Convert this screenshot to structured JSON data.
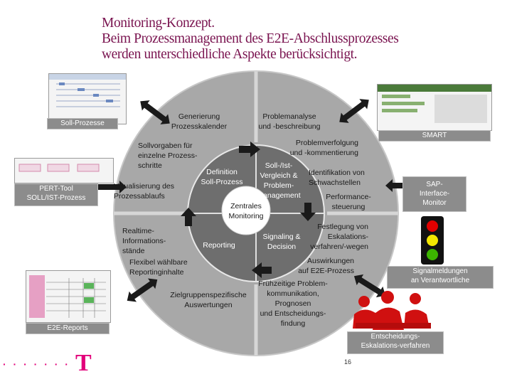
{
  "title": {
    "line1": "Monitoring-Konzept.",
    "line2": "Beim Prozessmanagement des E2E-Abschlussprozesses",
    "line3": "werden unterschiedliche Aspekte berücksichtigt."
  },
  "center": {
    "label": "Zentrales\nMonitoring"
  },
  "inner_segments": {
    "definition": "Definition\nSoll-Prozess",
    "reporting": "Reporting",
    "soll_ist": "Soll-/Ist-\nVergleich &\nProblem-\nManagement",
    "signaling": "Signaling &\nDecision"
  },
  "ring_labels": {
    "generierung": "Generierung\nProzesskalender",
    "problemanalyse": "Problemanalyse\nund -beschreibung",
    "sollvorgaben": "Sollvorgaben für\neinzelne Prozess-\nschritte",
    "visualisierung": "Visualisierung des\nProzessablaufs",
    "problemverfolgung": "Problemverfolgung\nund -kommentierung",
    "identifikation": "Identifikation von\nSchwachstellen",
    "performance": "Performance-\nsteuerung",
    "realtime": "Realtime-\nInformations-\nstände",
    "flexibel": "Flexibel wählbare\nReportinginhalte",
    "zielgruppen": "Zielgruppenspezifische\nAuswertungen",
    "festlegung": "Festlegung von\nEskalations-\nverfahren/-wegen",
    "auswirkungen": "Auswirkungen\nauf E2E-Prozess",
    "fruehzeitige": "Frühzeitige Problem-\nkommunikation, Prognosen\nund Entscheidungs-\nfindung"
  },
  "side_tags": {
    "soll_prozesse": "Soll-Prozesse",
    "pert_tool": "PERT-Tool\nSOLL/IST-Prozess",
    "e2e_reports": "E2E-Reports",
    "smart": "SMART",
    "sap_interface": "SAP-\nInterface-\nMonitor",
    "signalmeldungen": "Signalmeldungen\nan Verantwortliche",
    "entscheidungs": "Entscheidungs-\nEskalations-verfahren"
  },
  "footer": {
    "logo_dots": "· · · · · · ·",
    "logo_letter": "T",
    "page_number": "16"
  },
  "colors": {
    "title": "#7a1450",
    "magenta": "#e2007a",
    "outer_ring": "#a8a8a8",
    "inner_circle": "#6e6e6e",
    "center_circle": "#ffffff",
    "tag_gray": "#8c8c8c",
    "traffic_red": "#e00000",
    "traffic_yellow": "#f2e600",
    "traffic_green": "#3cb400",
    "people_red": "#d01010"
  },
  "icons": {
    "arrows": "double-headed-arrow-icon",
    "traffic_light": "traffic-light-icon",
    "people": "people-meeting-icon",
    "logo": "telekom-logo-icon"
  }
}
